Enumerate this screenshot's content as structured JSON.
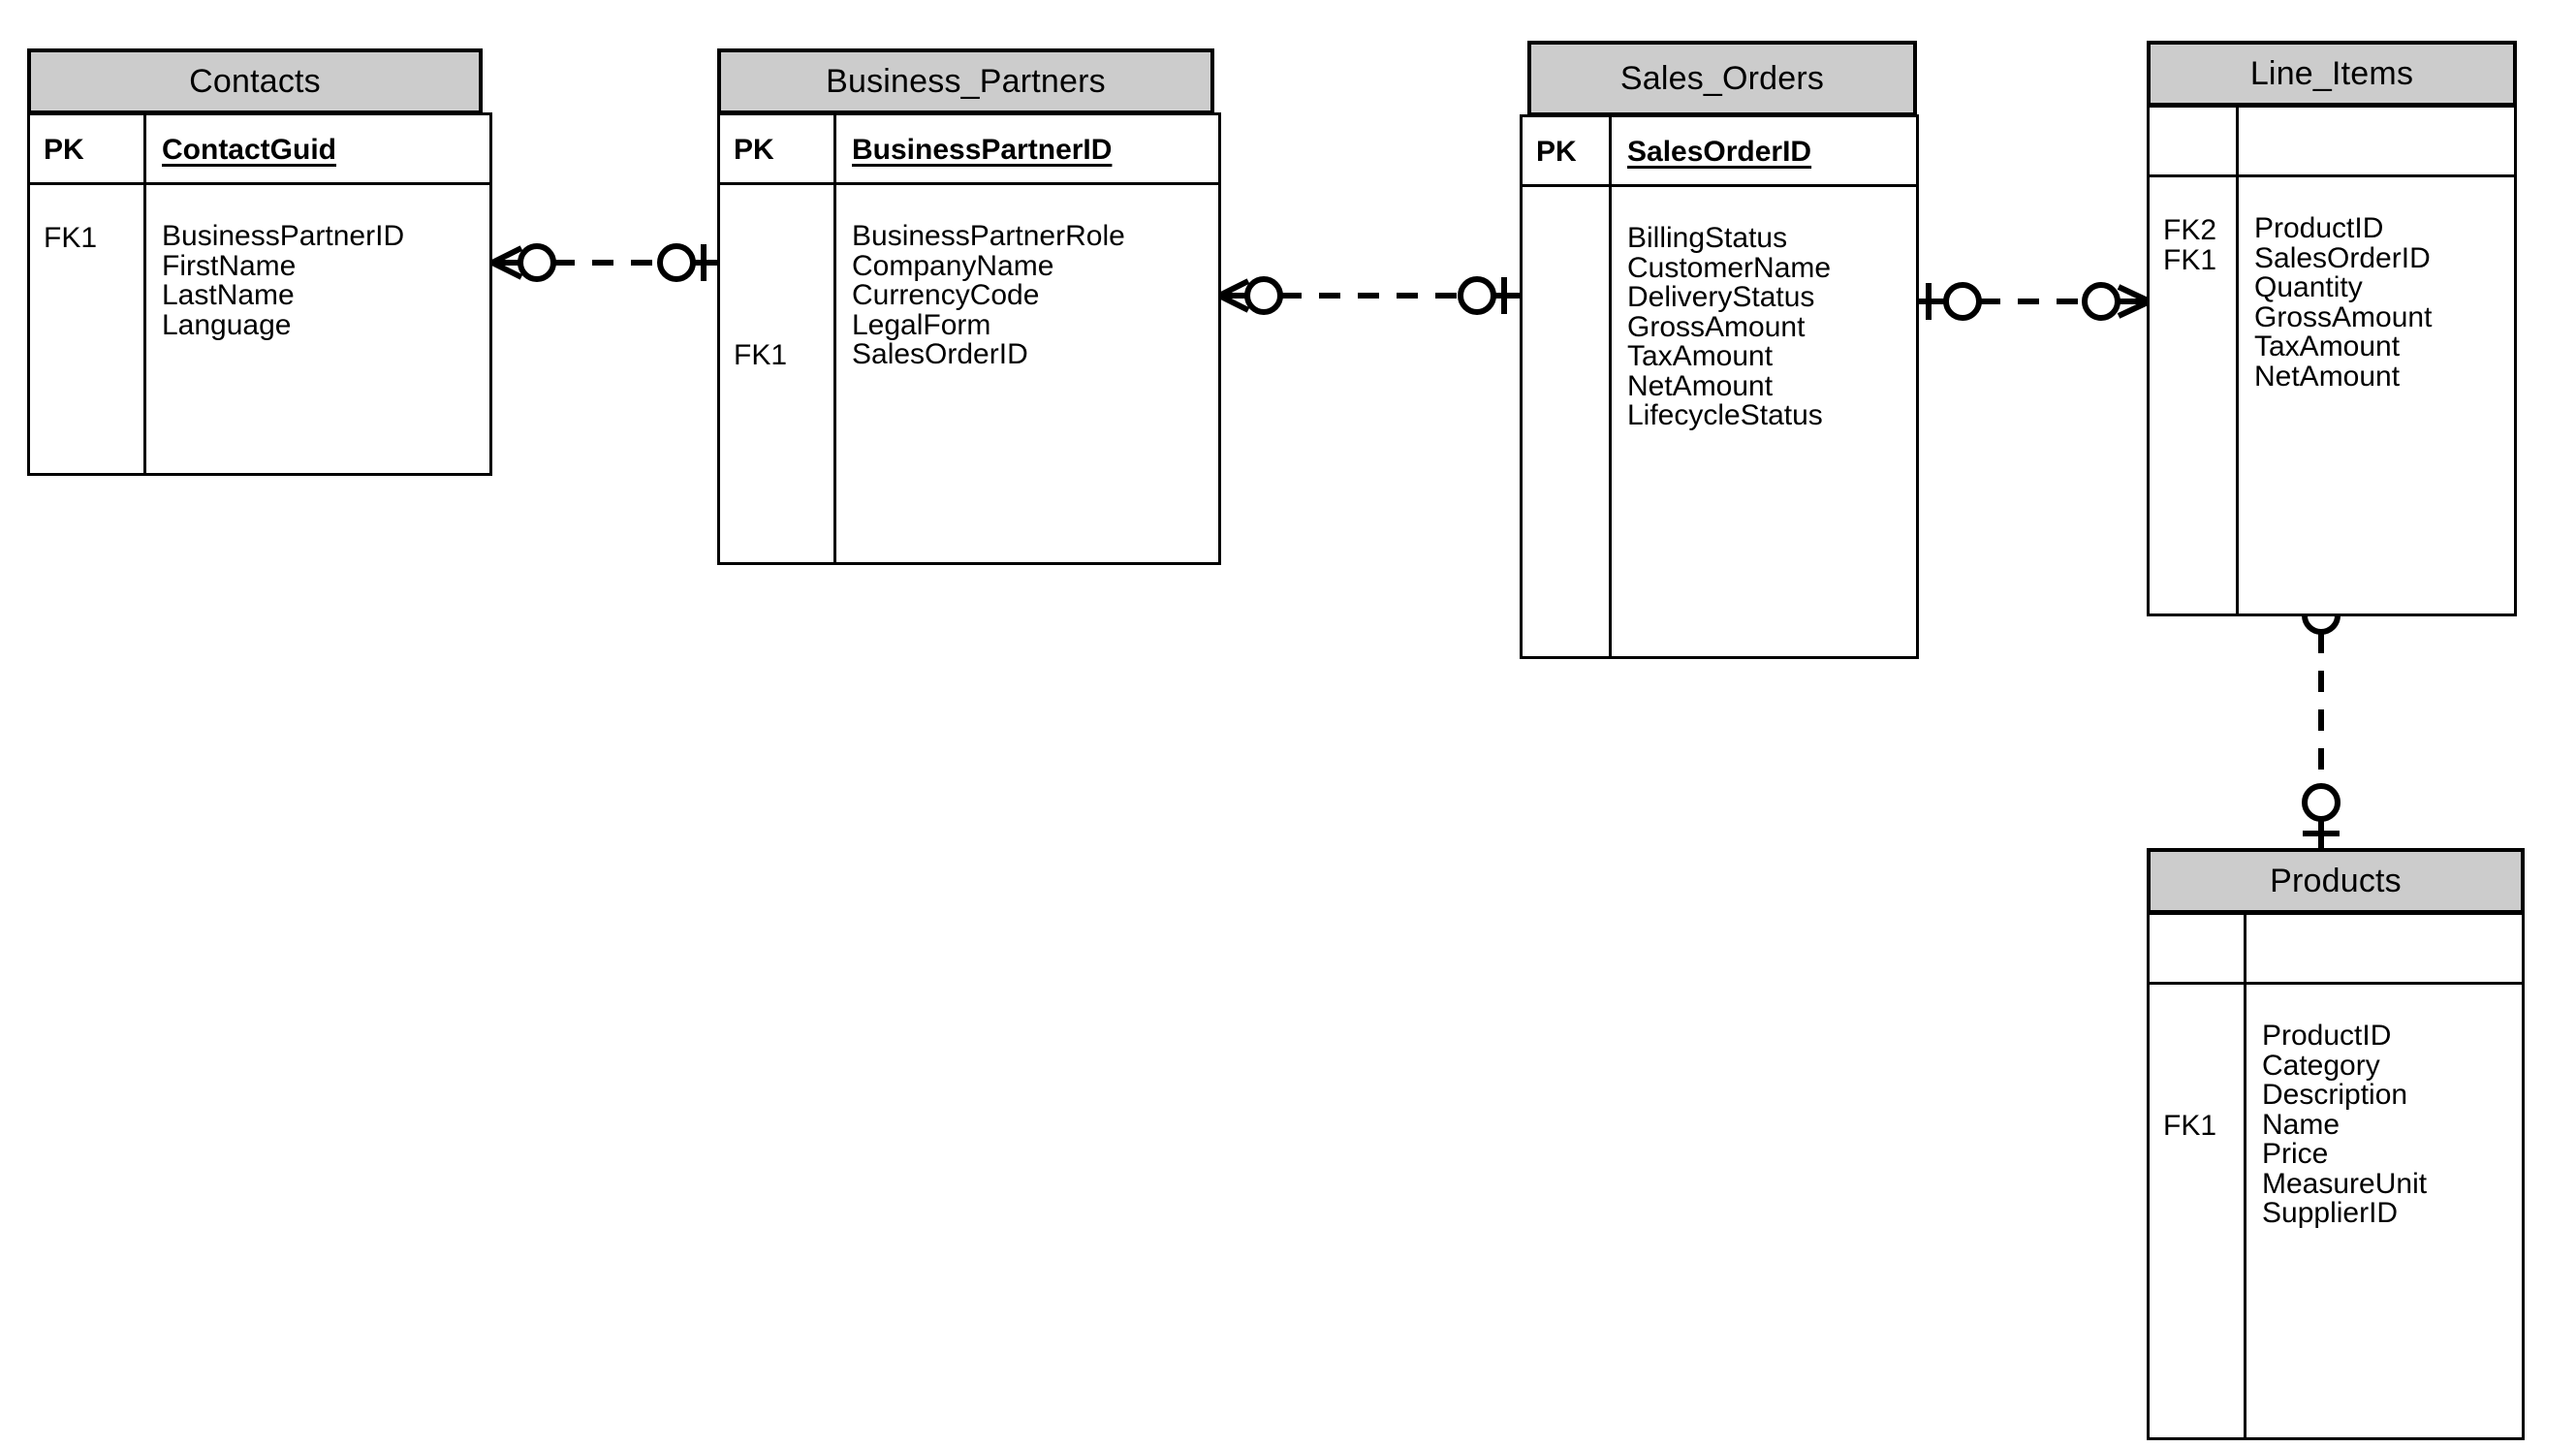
{
  "diagram": {
    "title": "ER Diagram",
    "notation": "crow's-foot",
    "background_color": "#ffffff",
    "header_fill": "#cccccc",
    "line_color": "#000000"
  },
  "entities": [
    {
      "name": "Contacts",
      "pk_label": "PK",
      "pk_field": "ContactGuid",
      "fk_labels": [
        "FK1"
      ],
      "attributes": [
        "BusinessPartnerID",
        "FirstName",
        "LastName",
        "Language"
      ]
    },
    {
      "name": "Business_Partners",
      "pk_label": "PK",
      "pk_field": "BusinessPartnerID",
      "fk_labels": [
        "FK1"
      ],
      "attributes": [
        "BusinessPartnerRole",
        "CompanyName",
        "CurrencyCode",
        "LegalForm",
        "SalesOrderID"
      ]
    },
    {
      "name": "Sales_Orders",
      "pk_label": "PK",
      "pk_field": "SalesOrderID",
      "fk_labels": [],
      "attributes": [
        "BillingStatus",
        "CustomerName",
        "DeliveryStatus",
        "GrossAmount",
        "TaxAmount",
        "NetAmount",
        "LifecycleStatus"
      ]
    },
    {
      "name": "Line_Items",
      "pk_label": "",
      "pk_field": "",
      "fk_labels": [
        "FK2",
        "FK1"
      ],
      "attributes": [
        "ProductID",
        "SalesOrderID",
        "Quantity",
        "GrossAmount",
        "TaxAmount",
        "NetAmount"
      ]
    },
    {
      "name": "Products",
      "pk_label": "",
      "pk_field": "",
      "fk_labels": [
        "FK1"
      ],
      "attributes": [
        "ProductID",
        "Category",
        "Description",
        "Name",
        "Price",
        "MeasureUnit",
        "SupplierID"
      ]
    }
  ],
  "relationships": [
    {
      "from": "Contacts",
      "to": "Business_Partners",
      "from_cardinality": "many-optional",
      "to_cardinality": "one-optional",
      "line_style": "dashed",
      "orientation": "horizontal"
    },
    {
      "from": "Business_Partners",
      "to": "Sales_Orders",
      "from_cardinality": "many-optional",
      "to_cardinality": "one-optional",
      "line_style": "dashed",
      "orientation": "horizontal"
    },
    {
      "from": "Sales_Orders",
      "to": "Line_Items",
      "from_cardinality": "one-optional",
      "to_cardinality": "many-optional",
      "line_style": "dashed",
      "orientation": "horizontal"
    },
    {
      "from": "Line_Items",
      "to": "Products",
      "from_cardinality": "many-optional",
      "to_cardinality": "one-optional",
      "line_style": "dashed",
      "orientation": "vertical"
    }
  ]
}
